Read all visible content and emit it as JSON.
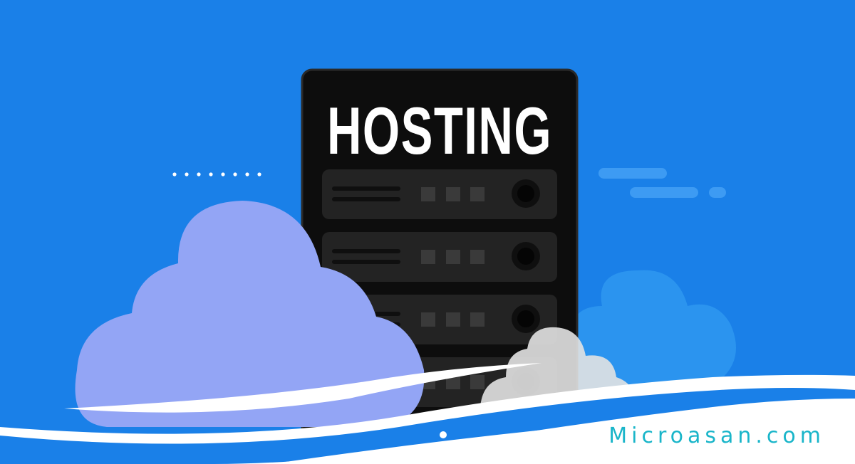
{
  "banner": {
    "server_title": "HOSTING",
    "watermark": "Microasan.com"
  },
  "colors": {
    "background": "#1a80e8",
    "server_body": "#0d0d0d",
    "server_slot": "#232323",
    "cloud_left": "#93a5f5",
    "cloud_right": "#2b94ef",
    "cloud_small": "#e2e2e2",
    "wave": "#ffffff",
    "watermark": "#19b5c9"
  },
  "icons": {
    "server": "server-rack-icon",
    "cloud": "cloud-icon"
  },
  "server_slots": 4
}
